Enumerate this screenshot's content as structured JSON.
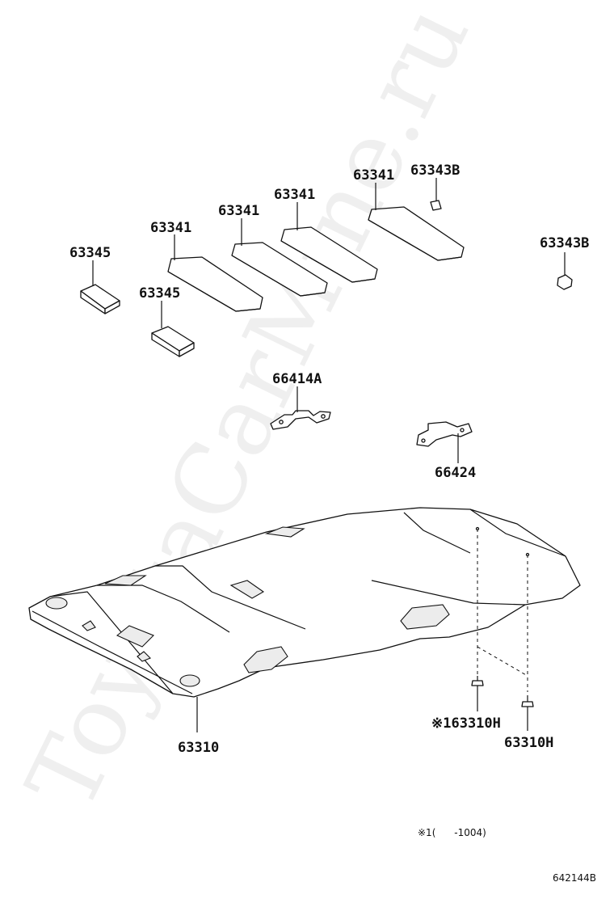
{
  "watermark": "ToyotaCarMine.ru",
  "labels": {
    "p63341_a": "63341",
    "p63341_b": "63341",
    "p63341_c": "63341",
    "p63341_d": "63341",
    "p63343b_a": "63343B",
    "p63343b_b": "63343B",
    "p63345_a": "63345",
    "p63345_b": "63345",
    "p66414a": "66414A",
    "p66424": "66424",
    "p63310": "63310",
    "p63310h_a": "※163310H",
    "p63310h_b": "63310H"
  },
  "footnote": "※1(      -1004)",
  "diagram_code": "642144B"
}
